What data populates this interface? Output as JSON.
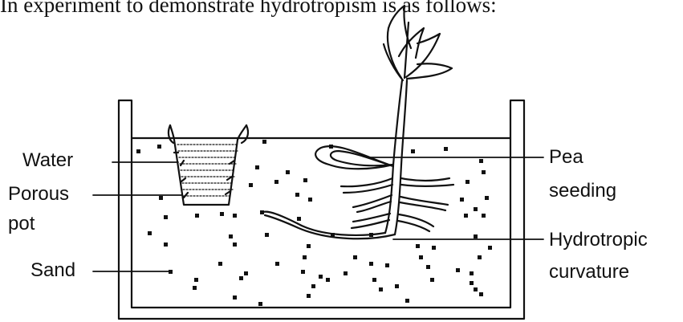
{
  "caption": "In experiment to demonstrate hydrotropism is as follows:",
  "labels": {
    "water": "Water",
    "porous_pot_line1": "Porous",
    "porous_pot_line2": "pot",
    "sand": "Sand",
    "pea_seeding_line1": "Pea",
    "pea_seeding_line2": "seeding",
    "hydrotropic_curvature_line1": "Hydrotropic",
    "hydrotropic_curvature_line2": "curvature"
  },
  "colors": {
    "ink": "#111111",
    "background": "#ffffff"
  }
}
